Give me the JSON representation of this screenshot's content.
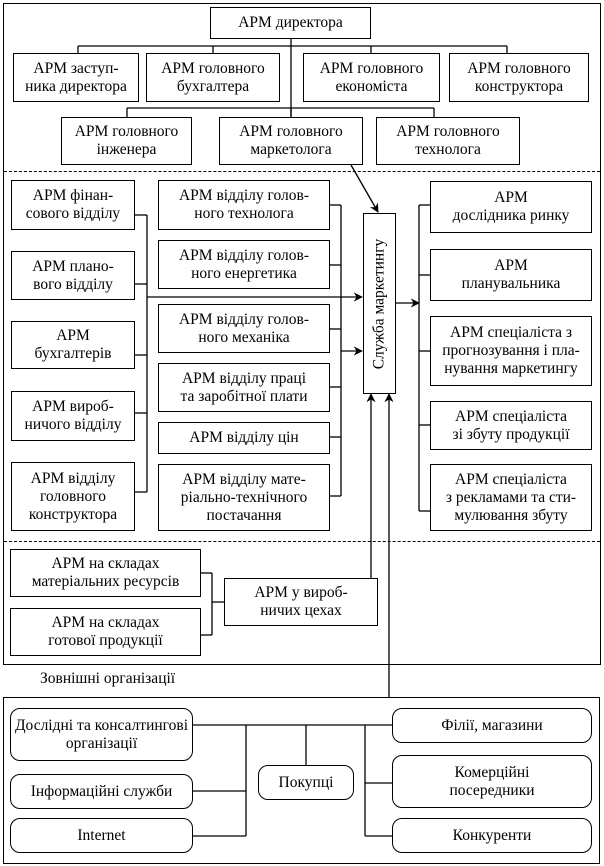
{
  "diagram": {
    "top": {
      "director": "АРМ директора",
      "row1": [
        "АРМ заступ-\nника директора",
        "АРМ головного\nбухгалтера",
        "АРМ головного\nекономіста",
        "АРМ головного\nконструктора"
      ],
      "row2": [
        "АРМ головного\nінженера",
        "АРМ головного\nмаркетолога",
        "АРМ головного\nтехнолога"
      ]
    },
    "middle": {
      "left_column": [
        "АРМ фінан-\nсового відділу",
        "АРМ плано-\nвого відділу",
        "АРМ\nбухгалтерів",
        "АРМ вироб-\nничого відділу",
        "АРМ відділу\nголовного\nконструктора"
      ],
      "center_column": [
        "АРМ відділу голов-\nного технолога",
        "АРМ відділу голов-\nного енергетика",
        "АРМ відділу голов-\nного механіка",
        "АРМ відділу праці\nта заробітної плати",
        "АРМ відділу цін",
        "АРМ відділу мате-\nріально-технічного\nпостачання"
      ],
      "marketing_service": "Служба маркетингу",
      "right_column": [
        "АРМ\nдослідника ринку",
        "АРМ\nпланувальника",
        "АРМ спеціаліста з\nпрогнозування і пла-\nнування маркетингу",
        "АРМ спеціаліста\nзі збуту продукції",
        "АРМ спеціаліста\nз рекламами та сти-\nмулювання збуту"
      ]
    },
    "lower": {
      "warehouses": [
        "АРМ на складах\nматеріальних ресурсів",
        "АРМ на складах\nготової продукції"
      ],
      "workshops": "АРМ у вироб-\nничих цехах"
    },
    "external": {
      "title": "Зовнішні організації",
      "left": [
        "Дослідні та консалтингові\nорганізації",
        "Інформаційні служби",
        "Internet"
      ],
      "center": "Покупці",
      "right": [
        "Філії, магазини",
        "Комерційні\nпосередники",
        "Конкуренти"
      ]
    }
  }
}
